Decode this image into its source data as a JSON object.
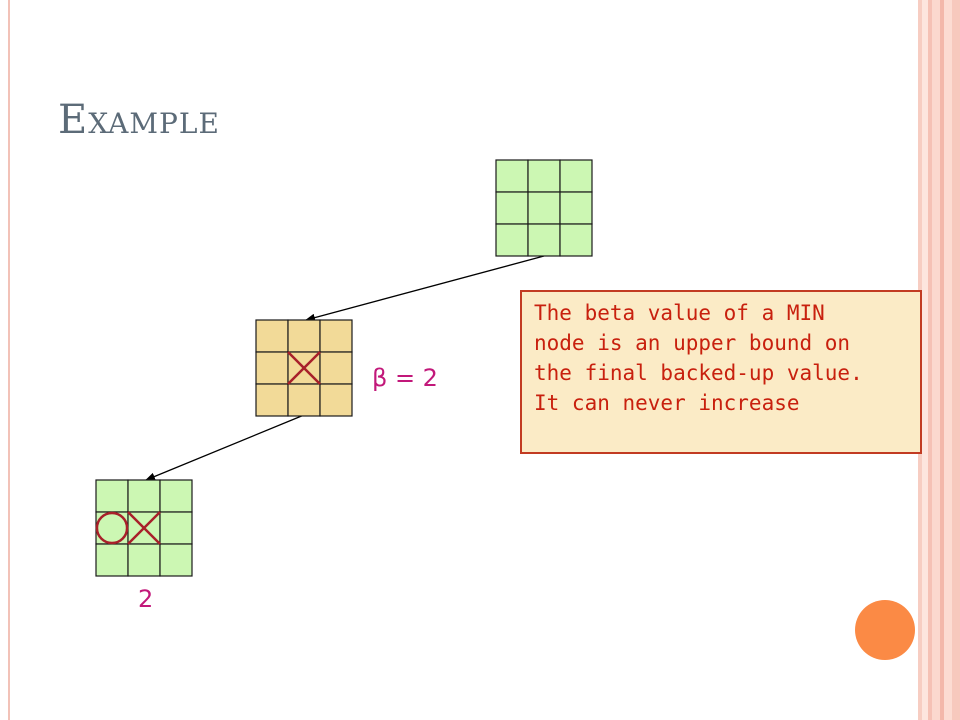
{
  "slide": {
    "title_initial": "E",
    "title_rest": "xample"
  },
  "root_board": {
    "cells": [
      "",
      "",
      "",
      "",
      "",
      "",
      "",
      "",
      ""
    ],
    "fill": "#ccf7b3"
  },
  "min_board": {
    "cells": [
      "",
      "",
      "",
      "",
      "X",
      "",
      "",
      "",
      ""
    ],
    "fill": "#f2da98"
  },
  "leaf_board": {
    "cells": [
      "",
      "",
      "",
      "O",
      "X",
      "",
      "",
      "",
      ""
    ],
    "fill": "#ccf7b3"
  },
  "labels": {
    "beta": "β = 2",
    "leaf_value": "2"
  },
  "callout": {
    "text": "The beta value of a MIN\nnode is an upper bound on\nthe final backed-up value.\nIt can never increase"
  },
  "colors": {
    "mark": "#a8202a",
    "label": "#c2187a",
    "callout_text": "#c8200e",
    "callout_bg": "#fbebc6",
    "accent_dot": "#fb8a45"
  },
  "icons": {
    "accent_dot": "orange-circle-icon"
  }
}
